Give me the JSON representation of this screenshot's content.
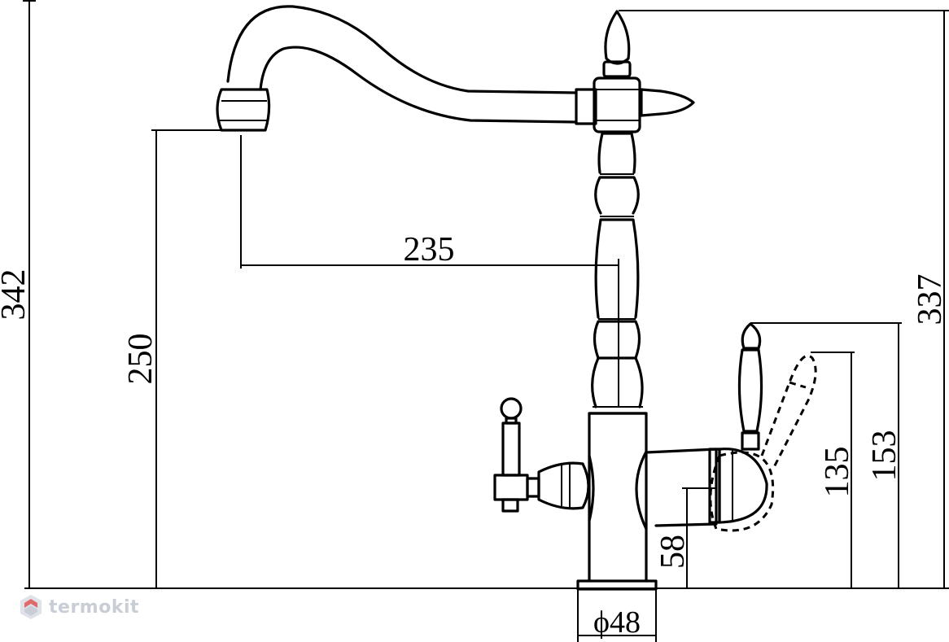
{
  "dimensions": {
    "overall_height": "342",
    "right_height": "337",
    "spout_height": "250",
    "spout_reach": "235",
    "lever_height": "153",
    "handshower_height": "135",
    "outlet_height": "58",
    "base_diameter": "ϕ48"
  },
  "watermark": {
    "brand": "termokit"
  },
  "colors": {
    "line": "#000000",
    "watermark": "#c9cdd6",
    "watermark_accent": "#e06a6a"
  }
}
